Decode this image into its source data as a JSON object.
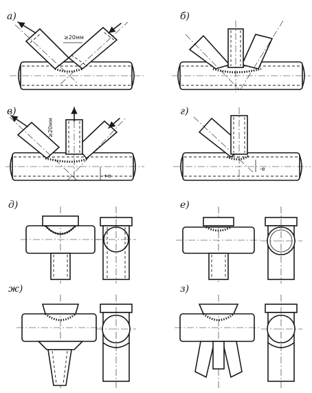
{
  "figures": [
    {
      "key": "a",
      "label": "а)",
      "note": "≥20мм"
    },
    {
      "key": "b",
      "label": "б)"
    },
    {
      "key": "v",
      "label": "в)",
      "note": "≥20мм",
      "ecc": "+e"
    },
    {
      "key": "g",
      "label": "г)",
      "ecc": "-e"
    },
    {
      "key": "d",
      "label": "д)"
    },
    {
      "key": "e",
      "label": "е)"
    },
    {
      "key": "zh",
      "label": "ж)"
    },
    {
      "key": "z",
      "label": "з)"
    }
  ]
}
